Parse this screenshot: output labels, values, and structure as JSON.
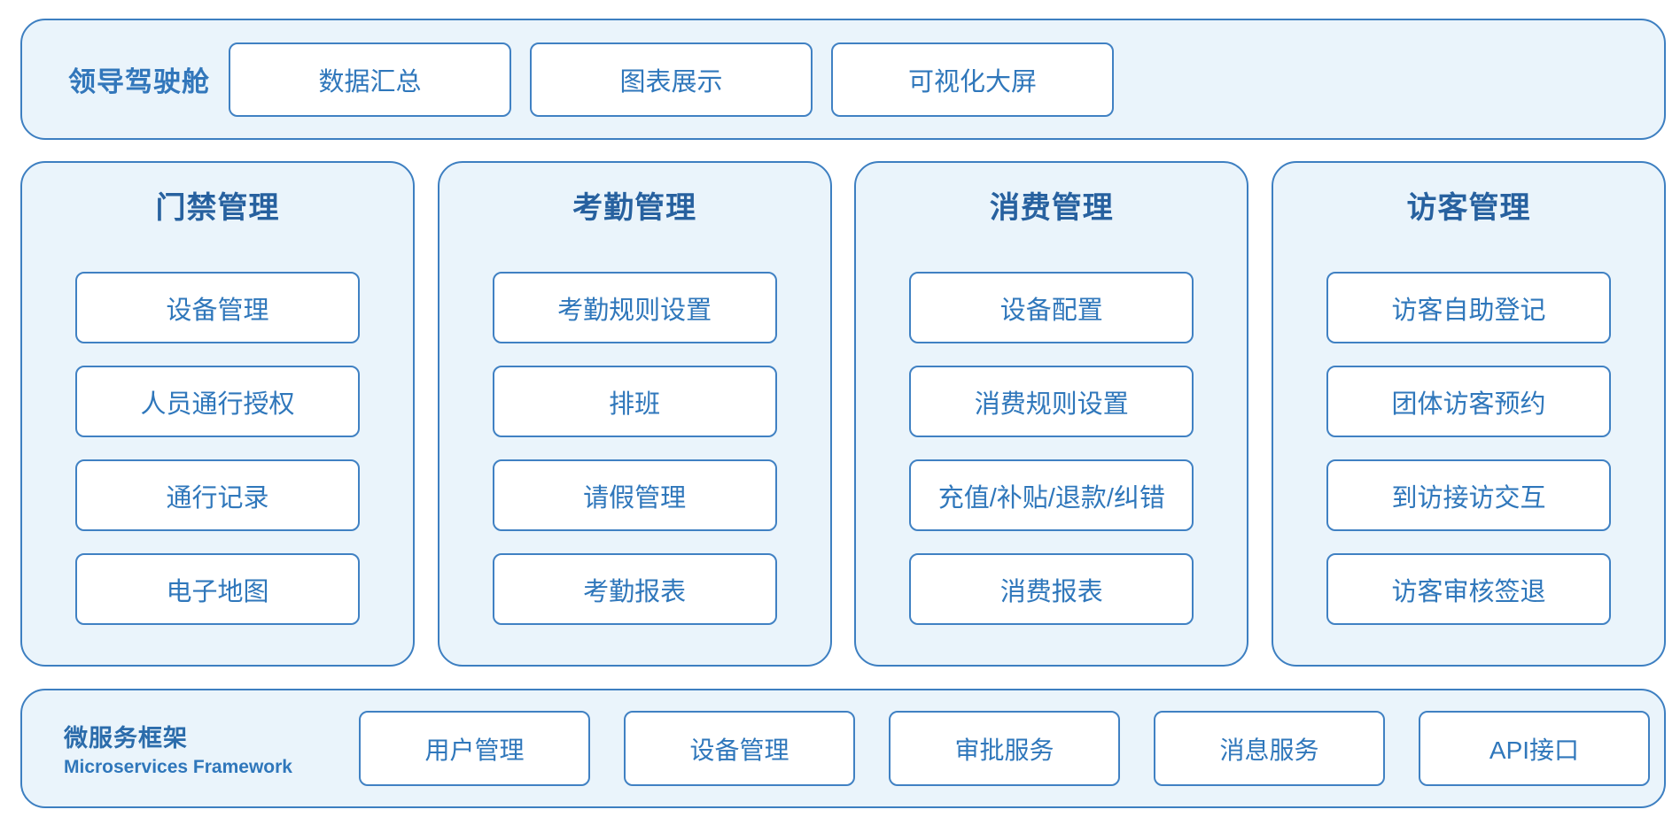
{
  "colors": {
    "panel_fill": "#eaf4fb",
    "panel_border": "#3d7fc1",
    "button_border": "#4081c3",
    "button_text": "#2f77bb",
    "card_title_text": "#27619f",
    "band_label_text": "#3277bb"
  },
  "top_panel": {
    "label": "领导驾驶舱",
    "buttons": [
      "数据汇总",
      "图表展示",
      "可视化大屏"
    ]
  },
  "modules": [
    {
      "title": "门禁管理",
      "items": [
        "设备管理",
        "人员通行授权",
        "通行记录",
        "电子地图"
      ]
    },
    {
      "title": "考勤管理",
      "items": [
        "考勤规则设置",
        "排班",
        "请假管理",
        "考勤报表"
      ]
    },
    {
      "title": "消费管理",
      "items": [
        "设备配置",
        "消费规则设置",
        "充值/补贴/退款/纠错",
        "消费报表"
      ]
    },
    {
      "title": "访客管理",
      "items": [
        "访客自助登记",
        "团体访客预约",
        "到访接访交互",
        "访客审核签退"
      ]
    }
  ],
  "bottom_panel": {
    "label_zh": "微服务框架",
    "label_en": "Microservices Framework",
    "buttons": [
      "用户管理",
      "设备管理",
      "审批服务",
      "消息服务",
      "API接口"
    ]
  }
}
